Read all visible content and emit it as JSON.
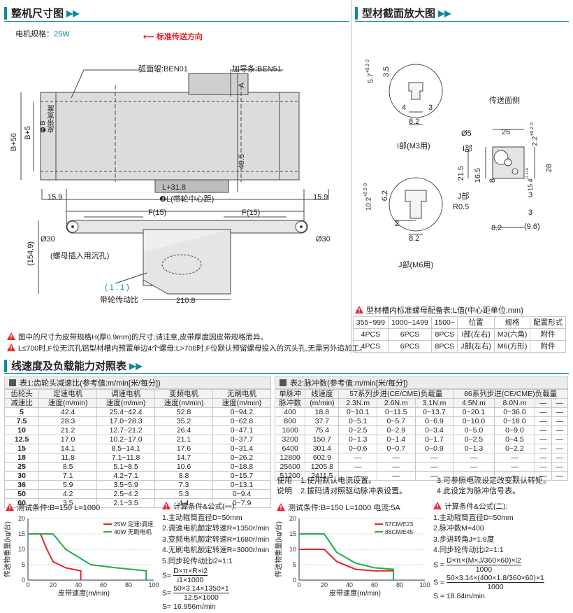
{
  "sections": {
    "dimensions_title": "整机尺寸图",
    "profile_title": "型材截面放大图",
    "speed_title": "线速度及负载能力对照表"
  },
  "dim": {
    "motor_spec_label": "电机规格：",
    "motor_spec_value": "25W",
    "direction": "标准传送方向",
    "roller_label": "弧面辊:BEN01",
    "guide_label": "加导条:BEN51",
    "b56": "B+56",
    "b5": "B+5",
    "b_width": "❸B\n皮带宽度",
    "a": "A",
    "h405": "40.5",
    "l318": "L+31.8",
    "l_center": "❸L(带轮中心距)",
    "d159a": "15.9",
    "d159b": "15.9",
    "f15a": "F(15)",
    "f15b": "F(15)",
    "d30a": "Ø30",
    "d30b": "Ø30",
    "h1549": "(154.9)",
    "nut_hole": "(螺母插入用沉孔)",
    "ratio": "( 1 : 1 )",
    "ratio_label": "带轮传动比",
    "w2108": "210.8"
  },
  "profile": {
    "i_label": "I部(M3用)",
    "j_label": "J部(M6用)",
    "side": "传送面侧",
    "i_top": "5.7",
    "i_top_tol": "+0.3 0",
    "i_35": "3.5",
    "i_4": "4",
    "i_3": "3",
    "i_82": "8.2",
    "j_102": "10.2",
    "j_102_tol": "+0.5 0",
    "j_62": "6.2",
    "j_2": "2",
    "j_82": "8.2",
    "p_d5": "Ø5",
    "p_26": "26",
    "p_22": "2.2",
    "p_22_tol": "+0.2 0",
    "p_i": "I部",
    "p_j": "J部",
    "p_r05": "R0.5",
    "p_215": "21.5",
    "p_165": "16.5",
    "p_8": "8",
    "p_154": "15.4",
    "p_154_tol": "0 -0.4",
    "p_28": "28",
    "p_3a": "3",
    "p_3b": "3",
    "p_82": "8.2",
    "p_96": "(9.6)"
  },
  "nut_table": {
    "caption": "型材槽内标准螺母配备表:L值(中心距单位:mm)",
    "headers": [
      "355~999",
      "1000~1499",
      "1500~",
      "位置",
      "规格",
      "配置形式"
    ],
    "rows": [
      [
        "4PCS",
        "6PCS",
        "8PCS",
        "I部(左右)",
        "M3(六角)",
        "附件"
      ],
      [
        "4PCS",
        "6PCS",
        "8PCS",
        "J部(左右)",
        "M6(方形)",
        "附件"
      ]
    ]
  },
  "notes": [
    "图中的尺寸为皮带规格H(厚0.9mm)的尺寸;请注意,皮带厚度因皮带规格而异。",
    "L≤700时,F位无沉孔铝型材槽内预置单边4个螺母;L>700时,F位默认预留螺母投入的沉头孔,无需另外追加工。"
  ],
  "table1": {
    "caption": "表1:齿轮头减速比(参考值:m/min[米/每分])",
    "h1": [
      "齿轮头",
      "定速电机",
      "调速电机",
      "变频电机",
      "无刷电机"
    ],
    "h2": [
      "减速比",
      "速度(m/min)",
      "速度(m/min)",
      "速度(m/min)",
      "速度(m/min)"
    ],
    "rows": [
      [
        "5",
        "42.4",
        "25.4~42.4",
        "52.8",
        "0~94.2"
      ],
      [
        "7.5",
        "28.3",
        "17.0~28.3",
        "35.2",
        "0~62.8"
      ],
      [
        "10",
        "21.2",
        "12.7~21.2",
        "26.4",
        "0~47.1"
      ],
      [
        "12.5",
        "17.0",
        "10.2~17.0",
        "21.1",
        "0~37.7"
      ],
      [
        "15",
        "14.1",
        "8.5~14.1",
        "17.6",
        "0~31.4"
      ],
      [
        "18",
        "11.8",
        "7.1~11.8",
        "14.7",
        "0~26.2"
      ],
      [
        "25",
        "8.5",
        "5.1~8.5",
        "10.6",
        "0~18.8"
      ],
      [
        "30",
        "7.1",
        "4.2~7.1",
        "8.8",
        "0~15.7"
      ],
      [
        "36",
        "5.9",
        "3.5~5.9",
        "7.3",
        "0~13.1"
      ],
      [
        "50",
        "4.2",
        "2.5~4.2",
        "5.3",
        "0~9.4"
      ],
      [
        "60",
        "3.5",
        "2.1~3.5",
        "4.4",
        "0~7.9"
      ]
    ]
  },
  "table2": {
    "caption": "表2:脉冲数(参考值:m/min[米/每分])",
    "h1a": "单脉冲",
    "h1b": "线速度",
    "h1c": "57系列步进(CE/CME)负载量",
    "h1d": "86系列步进(CE/CME)负载量",
    "h2a": "脉冲数",
    "h2b": "(m/min)",
    "h2": [
      "2.3N.m",
      "2.6N.m",
      "3.1N.m",
      "4.5N.m",
      "8.0N.m",
      "—",
      "—"
    ],
    "rows": [
      [
        "400",
        "18.8",
        "0~10.1",
        "0~11.5",
        "0~13.7",
        "0~20.1",
        "0~36.0",
        "—",
        "—"
      ],
      [
        "800",
        "37.7",
        "0~5.1",
        "0~5.7",
        "0~6.9",
        "0~10.0",
        "0~18.0",
        "—",
        "—"
      ],
      [
        "1600",
        "75.4",
        "0~2.5",
        "0~2.9",
        "0~3.4",
        "0~5.0",
        "0~9.0",
        "—",
        "—"
      ],
      [
        "3200",
        "150.7",
        "0~1.3",
        "0~1.4",
        "0~1.7",
        "0~2.5",
        "0~4.5",
        "—",
        "—"
      ],
      [
        "6400",
        "301.4",
        "0~0.6",
        "0~0.7",
        "0~0.9",
        "0~1.3",
        "0~2.2",
        "—",
        "—"
      ],
      [
        "12800",
        "602.9",
        "—",
        "—",
        "—",
        "—",
        "—",
        "—",
        "—"
      ],
      [
        "25600",
        "1205.8",
        "—",
        "—",
        "—",
        "—",
        "—",
        "—",
        "—"
      ],
      [
        "51200",
        "2411.5",
        "—",
        "—",
        "—",
        "—",
        "—",
        "—",
        "—"
      ]
    ],
    "usage_a": "使用",
    "usage_b": "说明",
    "u1": "1.使用默认电流设置。",
    "u2": "2.拔码请对照驱动脉冲表设置。",
    "u3": "3.可参照电流设定改变默认转矩。",
    "u4": "4.此设定为脉冲信号表。"
  },
  "chart1": {
    "condition": "测试条件:B=150   L=1000",
    "ylabel": "传送物重量(kg/台)",
    "xlabel": "皮带速度(m/min)",
    "series_names": [
      "25W 定速/调速",
      "40W 无刷电机"
    ]
  },
  "chart2": {
    "condition": "测试条件:B=150   L=1000  电流:5A",
    "ylabel": "传送物重量(kg/台)",
    "xlabel": "皮带速度(m/min)",
    "series_names": [
      "57CM/E23",
      "86CM/E45"
    ]
  },
  "calc1": {
    "title": "计算条件&公式(一):",
    "lines": [
      "1.主动辊筒直径D=50mm",
      "2.调速电机额定转速R=1350r/min",
      "3.变频电机额定转速R=1680r/min",
      "4.无刷电机额定转速R=3000r/min",
      "5.同步轮传动比i2=1:1"
    ],
    "f1n": "D×π×R×i2",
    "f1d": "i1×1000",
    "f2n": "50×3.14×1350×1",
    "f2d": "12.5×1000",
    "result": "S= 16.956m/min",
    "s": "S="
  },
  "calc2": {
    "title": "计算条件&公式(二):",
    "lines": [
      "1.主动辊筒直径D=50mm",
      "2.脉冲数M=400",
      "3.步进转角J=1.8度",
      "4.同步轮传动比i2=1:1"
    ],
    "f1n": "D×π×(M×J/360×60)×i2",
    "f1d": "1000",
    "f2n": "50×3.14×(400×1.8/360×60)×1",
    "f2d": "1000",
    "result": "S = 18.84m/min",
    "s": "S ="
  },
  "colors": {
    "accent": "#0a8a9a",
    "red": "#e8232a",
    "green": "#1fae4a",
    "warn": "#e8232a"
  },
  "chart_data": [
    {
      "type": "line",
      "title": "",
      "xlabel": "皮带速度(m/min)",
      "ylabel": "传送物重量(kg/台)",
      "xlim": [
        0,
        100
      ],
      "ylim": [
        0,
        20
      ],
      "series": [
        {
          "name": "25W 定速/调速",
          "color": "#e8232a",
          "x": [
            0,
            10,
            15,
            20,
            30,
            42,
            42
          ],
          "y": [
            15,
            15,
            10,
            6,
            4,
            3,
            0
          ]
        },
        {
          "name": "40W 无刷电机",
          "color": "#1fae4a",
          "x": [
            0,
            20,
            30,
            50,
            70,
            94,
            94
          ],
          "y": [
            15,
            15,
            10,
            5,
            4,
            3,
            0
          ]
        }
      ]
    },
    {
      "type": "line",
      "title": "",
      "xlabel": "皮带速度(m/min)",
      "ylabel": "传送物重量(kg/台)",
      "xlim": [
        0,
        100
      ],
      "ylim": [
        0,
        20
      ],
      "series": [
        {
          "name": "57CM/E23",
          "color": "#e8232a",
          "x": [
            0,
            20,
            30,
            45,
            60,
            75,
            75
          ],
          "y": [
            10,
            10,
            6,
            3.5,
            3,
            3,
            0
          ]
        },
        {
          "name": "86CM/E45",
          "color": "#1fae4a",
          "x": [
            0,
            20,
            30,
            45,
            60,
            75,
            75
          ],
          "y": [
            15,
            15,
            9,
            5.5,
            4,
            3.5,
            0
          ]
        }
      ]
    }
  ]
}
